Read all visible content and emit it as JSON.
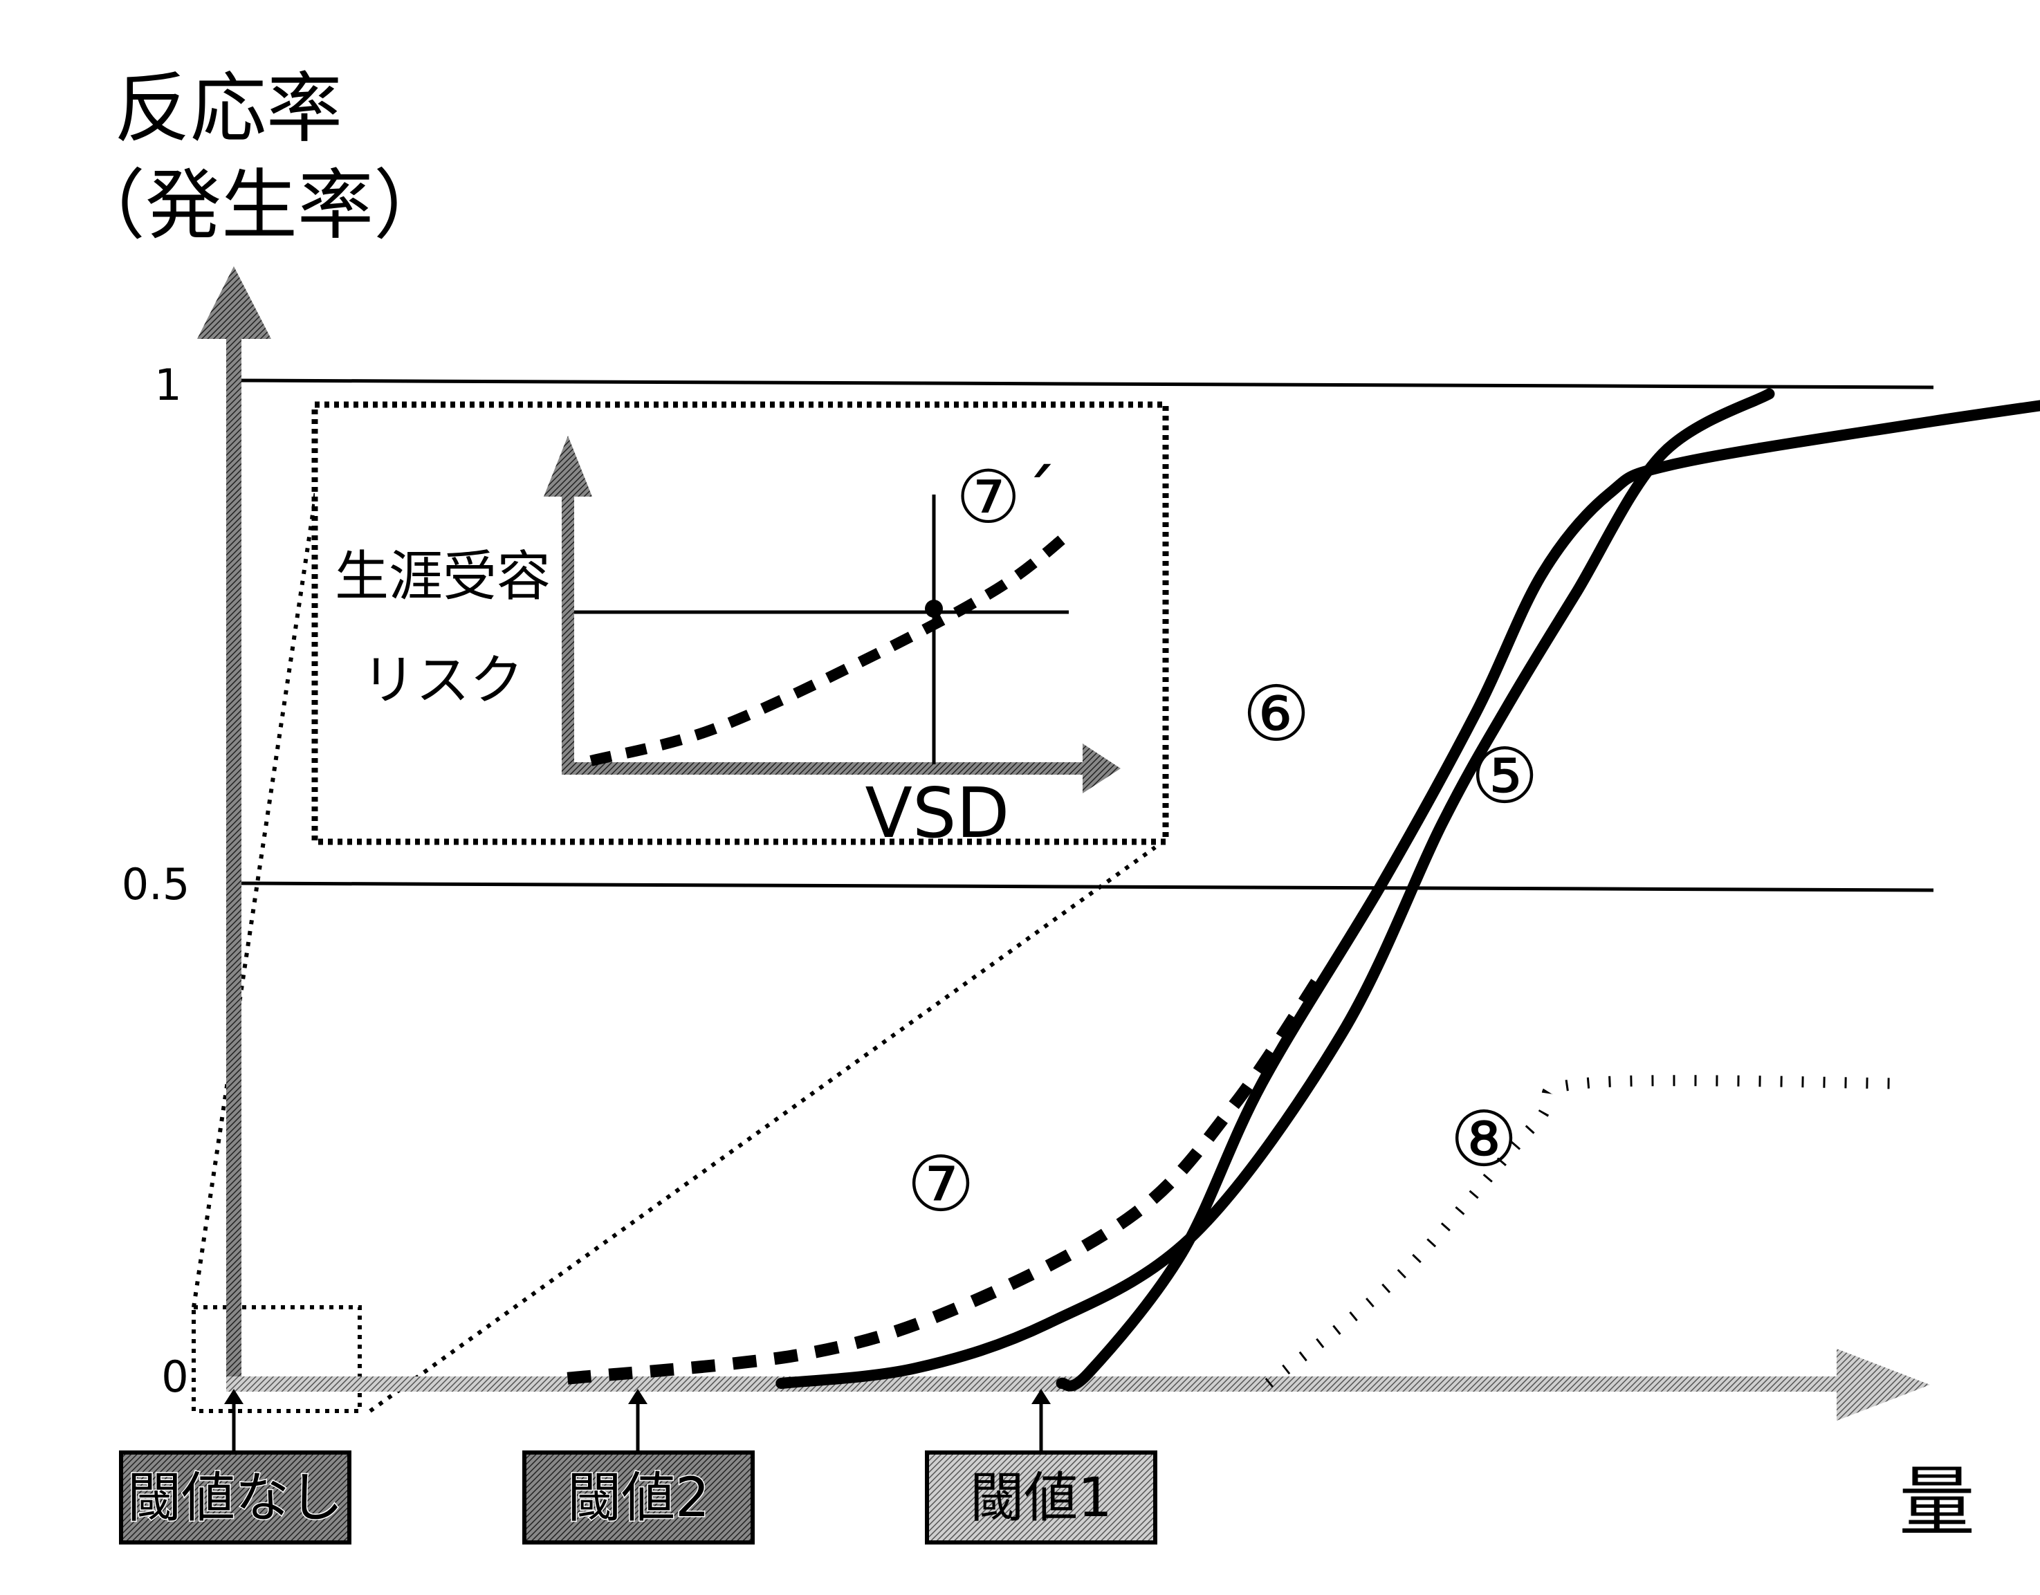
{
  "y_axis_label_line1": "反応率",
  "y_axis_label_line2": "（発生率）",
  "x_axis_label": "量",
  "y_ticks": [
    "1",
    "0.5",
    "0"
  ],
  "threshold_labels": [
    "閾値なし",
    "閾値2",
    "閾値1"
  ],
  "curve_labels": {
    "c5": "⑤",
    "c6": "⑥",
    "c7": "⑦",
    "c7p": "⑦´",
    "c8": "⑧"
  },
  "inset": {
    "y_label_line1": "生涯受容",
    "y_label_line2": "リスク",
    "x_label": "VSD"
  },
  "chart_data": {
    "type": "line",
    "ylim": [
      0,
      1
    ],
    "y_ticks": [
      1,
      0.5,
      0
    ],
    "reference_lines_y": [
      1,
      0.5
    ],
    "legend": "none",
    "series": [
      {
        "label": "⑤",
        "x": [
          12.4,
          12.8,
          14.2,
          15.4,
          17.2,
          18.6,
          19.6,
          20.6,
          21.6,
          25.2,
          28.3
        ],
        "y": [
          0,
          0.01,
          0.13,
          0.3,
          0.5,
          0.67,
          0.81,
          0.89,
          0.92,
          0.96,
          0.99
        ]
      },
      {
        "label": "⑥",
        "x": [
          8.2,
          10.2,
          12.2,
          14.4,
          16.6,
          18.1,
          19.1,
          20.1,
          21.4,
          23.0
        ],
        "y": [
          0,
          0.015,
          0.06,
          0.15,
          0.35,
          0.56,
          0.68,
          0.79,
          0.93,
          0.99
        ]
      },
      {
        "label": "⑦",
        "x": [
          5.0,
          8.6,
          11.0,
          13.5,
          15.0,
          16.3
        ],
        "y": [
          0.005,
          0.03,
          0.08,
          0.17,
          0.28,
          0.41
        ],
        "style": "dashed"
      },
      {
        "label": "⑧",
        "x": [
          15.5,
          17.5,
          19.5,
          20.2,
          25.0
        ],
        "y": [
          0,
          0.11,
          0.26,
          0.3,
          0.3
        ],
        "style": "dotted"
      }
    ],
    "thresholds": [
      {
        "label": "閾値なし",
        "x": 0
      },
      {
        "label": "閾値2",
        "x": 5.7
      },
      {
        "label": "閾値1",
        "x": 12.0
      }
    ],
    "inset": {
      "xlabel": "VSD",
      "ylabel": "生涯受容リスク",
      "series": [
        {
          "label": "⑦´",
          "x": [
            0.15,
            1.5,
            3.2,
            4.7,
            5.5
          ],
          "y": [
            0.0,
            0.13,
            0.42,
            0.72,
            0.95
          ],
          "style": "dashed"
        }
      ]
    }
  }
}
